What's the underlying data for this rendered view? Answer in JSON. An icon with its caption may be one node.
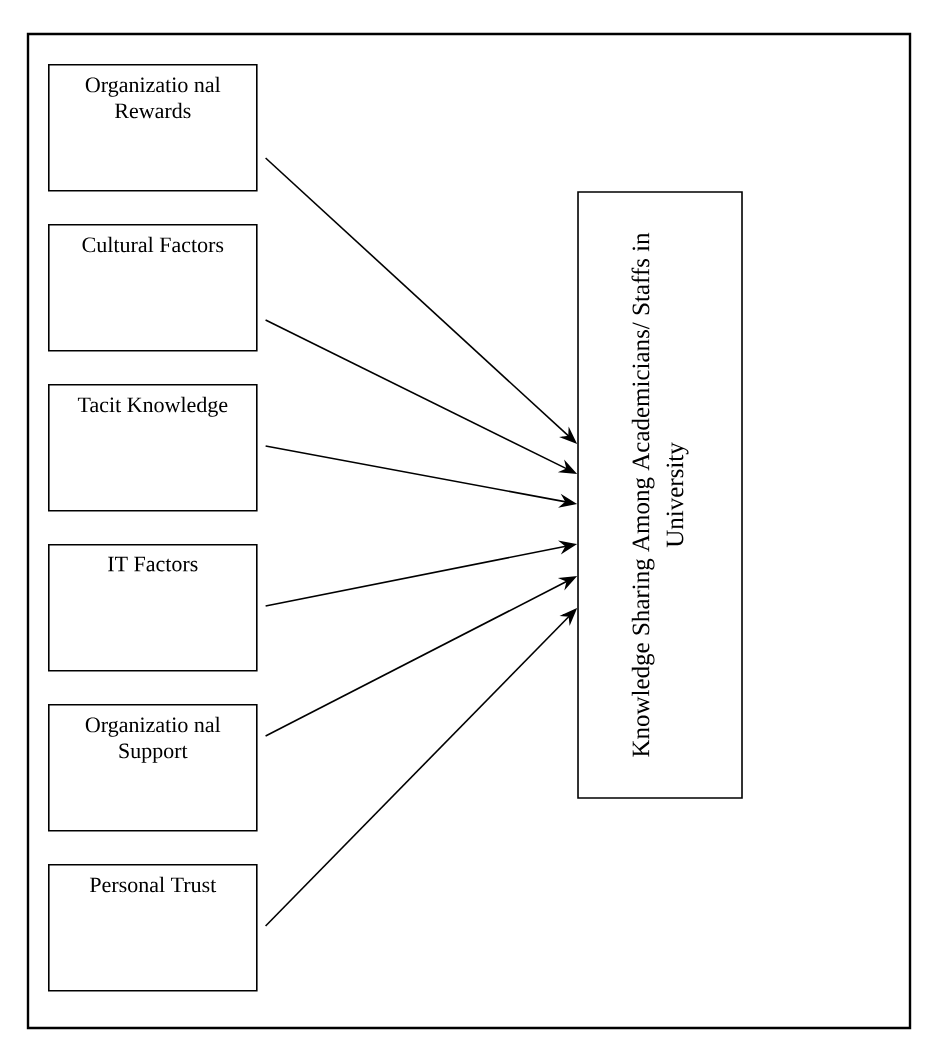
{
  "diagram": {
    "nodes": [
      {
        "text": [
          "Organizatio nal Rewards"
        ]
      },
      {
        "text": [
          "Cultural Factors"
        ]
      },
      {
        "text": [
          "Tacit Knowledge"
        ]
      },
      {
        "text": [
          "IT Factors"
        ]
      },
      {
        "text": [
          "Organizatio nal Support"
        ]
      },
      {
        "text": [
          "Personal Trust"
        ]
      },
      {
        "text": [
          "Knowledge Sharing Among Academicians/ Staffs in University"
        ]
      }
    ],
    "edges": [
      {
        "from": 0,
        "to": 6,
        "arrow": "to"
      },
      {
        "from": 1,
        "to": 6,
        "arrow": "to"
      },
      {
        "from": 2,
        "to": 6,
        "arrow": "to"
      },
      {
        "from": 3,
        "to": 6,
        "arrow": "to"
      },
      {
        "from": 4,
        "to": 6,
        "arrow": "to"
      },
      {
        "from": 5,
        "to": 6,
        "arrow": "to"
      }
    ]
  }
}
